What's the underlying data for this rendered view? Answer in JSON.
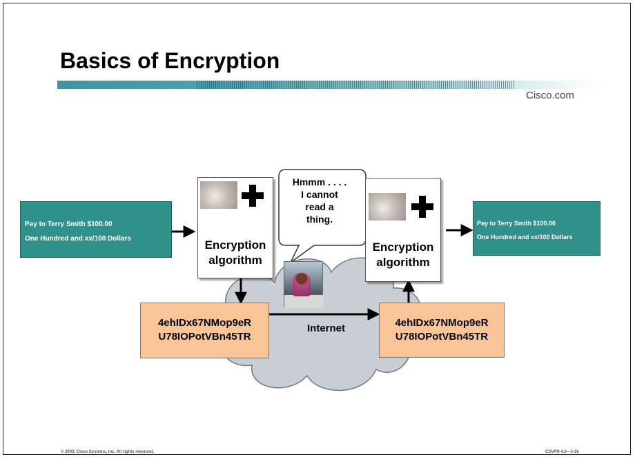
{
  "slide": {
    "title": "Basics of Encryption",
    "brand": "Cisco.com",
    "footer_left": "© 2003, Cisco Systems, Inc. All rights reserved.",
    "footer_right": "CSVPN 4.0—3-26"
  },
  "diagram": {
    "plaintext_left": {
      "line1": "Pay to Terry Smith   $100.00",
      "line2": "One Hundred and xx/100    Dollars"
    },
    "plaintext_right": {
      "line1": "Pay to Terry Smith   $100.00",
      "line2": "One Hundred and xx/100    Dollars"
    },
    "encrypt_left": {
      "line1": "Encryption",
      "line2": "algorithm"
    },
    "encrypt_right": {
      "line1": "Encryption",
      "line2": "algorithm"
    },
    "cipher_left": {
      "line1": "4ehIDx67NMop9eR",
      "line2": "U78IOPotVBn45TR"
    },
    "cipher_right": {
      "line1": "4ehIDx67NMop9eR",
      "line2": "U78IOPotVBn45TR"
    },
    "speech_bubble": {
      "line1": "Hmmm . . . .",
      "line2": "I cannot",
      "line3": "read a",
      "line4": "thing."
    },
    "network_label": "Internet"
  },
  "colors": {
    "plaintext_box": "#2f9189",
    "ciphertext_box": "#f9c497",
    "cloud": "#c8ced3",
    "title_bar": "#3f94a0"
  },
  "icons": [
    "keys-image",
    "plus-icon",
    "cloud-shape",
    "person-photo",
    "arrow"
  ]
}
